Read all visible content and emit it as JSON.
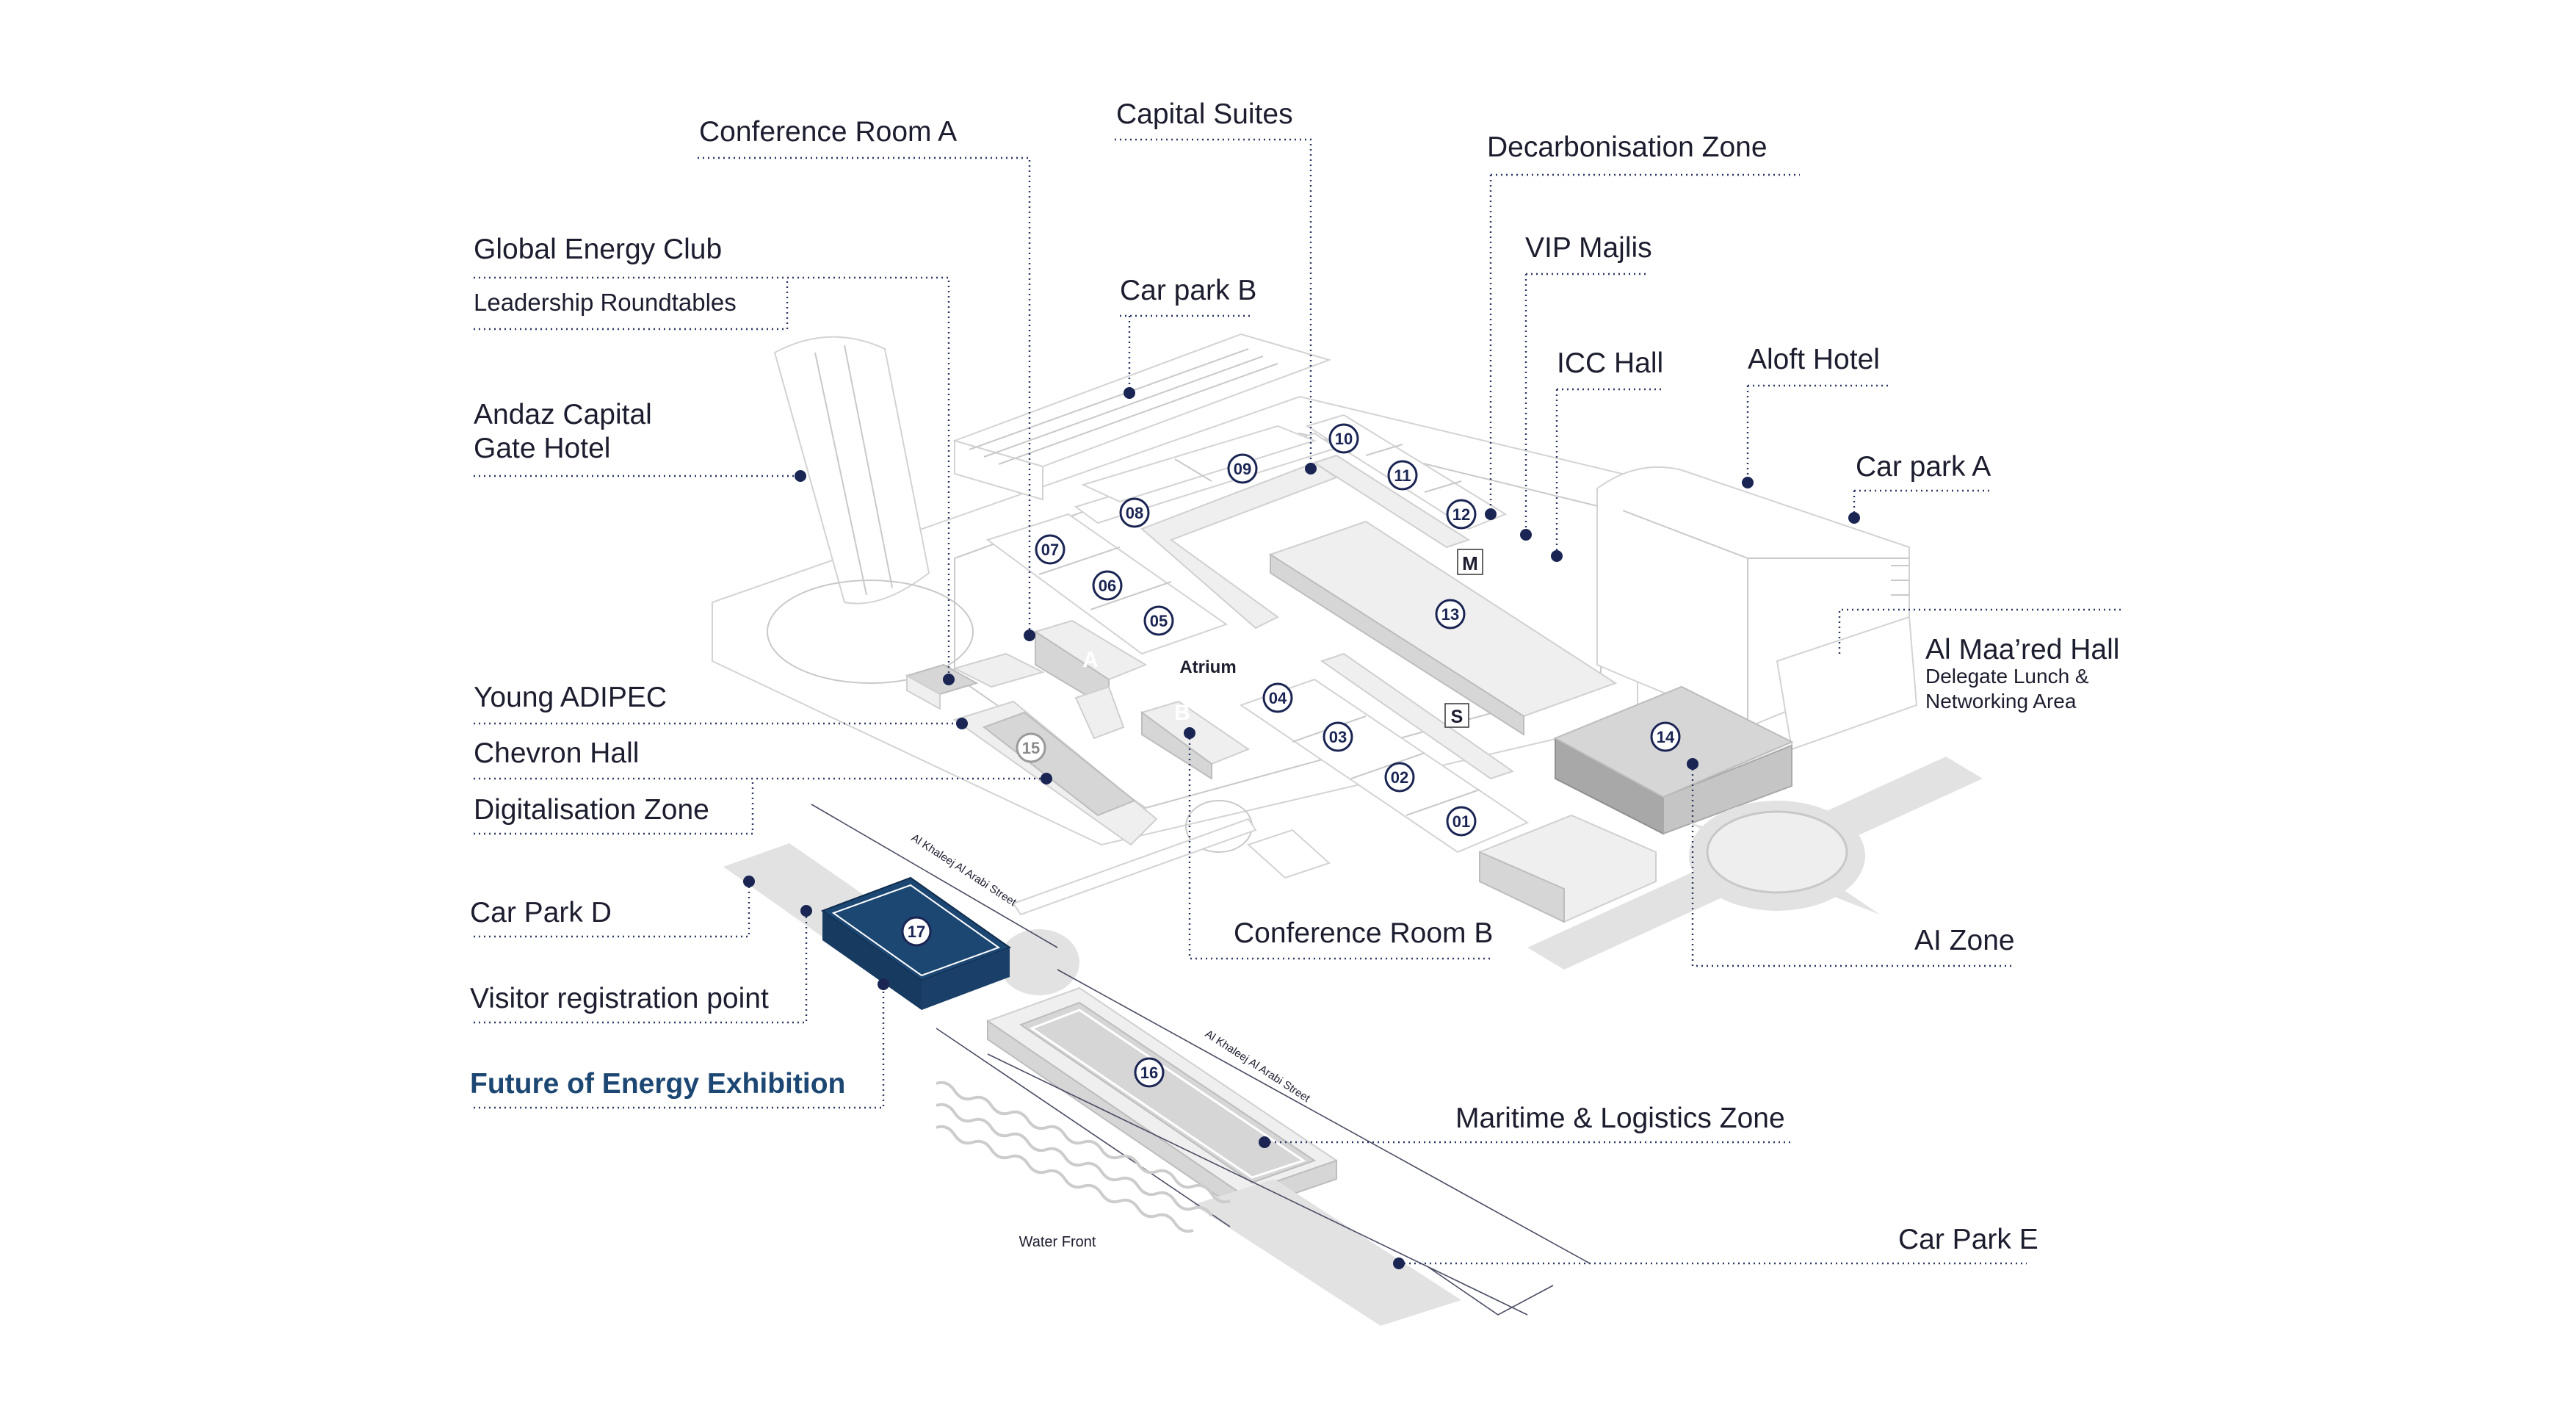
{
  "labels": {
    "conference_room_a": "Conference Room A",
    "capital_suites": "Capital Suites",
    "decarbonisation_zone": "Decarbonisation Zone",
    "global_energy_club": "Global Energy Club",
    "leadership_roundtables": "Leadership Roundtables",
    "car_park_b": "Car park B",
    "vip_majlis": "VIP Majlis",
    "icc_hall": "ICC Hall",
    "aloft_hotel": "Aloft Hotel",
    "andaz_line1": "Andaz Capital",
    "andaz_line2": "Gate Hotel",
    "car_park_a": "Car park A",
    "al_maared_hall": "Al Maa’red Hall",
    "delegate_lunch_line1": "Delegate Lunch &",
    "delegate_lunch_line2": "Networking Area",
    "young_adipec": "Young ADIPEC",
    "chevron_hall": "Chevron Hall",
    "digitalisation_zone": "Digitalisation Zone",
    "car_park_d": "Car Park D",
    "visitor_registration": "Visitor registration point",
    "future_of_energy": "Future of Energy Exhibition",
    "conference_room_b": "Conference Room B",
    "ai_zone": "AI Zone",
    "maritime_logistics": "Maritime & Logistics Zone",
    "car_park_e": "Car Park E",
    "atrium": "Atrium",
    "water_front": "Water Front",
    "street_1": "Al Khaleej Al Arabi Street",
    "street_2": "Al Khaleej Al Arabi Street",
    "marker_a": "A",
    "marker_b": "B",
    "marker_m": "M",
    "marker_s": "S"
  },
  "halls": [
    "01",
    "02",
    "03",
    "04",
    "05",
    "06",
    "07",
    "08",
    "09",
    "10",
    "11",
    "12",
    "13",
    "14",
    "15",
    "16",
    "17"
  ],
  "colors": {
    "label_text": "#1c1d2e",
    "highlight_text": "#1d4773",
    "highlight_building": "#1d4773",
    "leader_line": "#2a3560"
  }
}
